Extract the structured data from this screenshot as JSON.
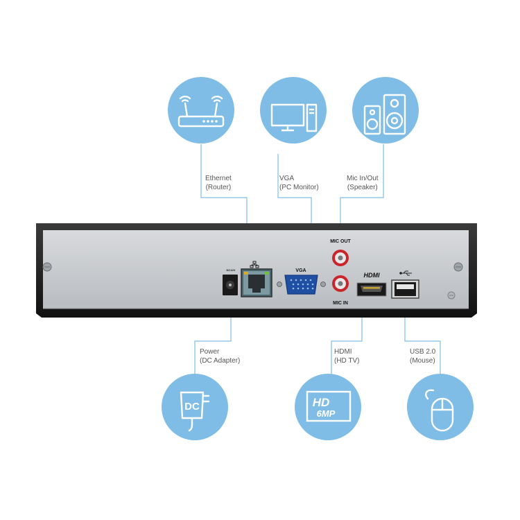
{
  "colors": {
    "accent": "#7fbde6",
    "connector": "#7fbde6",
    "panel": "#c9ccd0",
    "bezel": "#1c1c1c"
  },
  "connections": [
    {
      "id": "ethernet",
      "icon": "router-icon",
      "line1": "Ethernet",
      "line2": "(Router)"
    },
    {
      "id": "vga",
      "icon": "monitor-icon",
      "line1": "VGA",
      "line2": "(PC Monitor)"
    },
    {
      "id": "mic",
      "icon": "speaker-icon",
      "line1": "Mic In/Out",
      "line2": "(Speaker)"
    },
    {
      "id": "power",
      "icon": "dc-adapter-icon",
      "line1": "Power",
      "line2": "(DC Adapter)"
    },
    {
      "id": "hdmi",
      "icon": "hd-6mp-icon",
      "line1": "HDMI",
      "line2": "(HD TV)"
    },
    {
      "id": "usb",
      "icon": "mouse-icon",
      "line1": "USB 2.0",
      "line2": "(Mouse)"
    }
  ],
  "device": {
    "port_labels": {
      "vga": "VGA",
      "mic_out": "MIC OUT",
      "mic_in": "MIC IN",
      "hdmi": "HDMI",
      "dc": "DC12V"
    }
  },
  "icon_text": {
    "dc": "DC",
    "hd": "HD",
    "mp": "6MP"
  }
}
